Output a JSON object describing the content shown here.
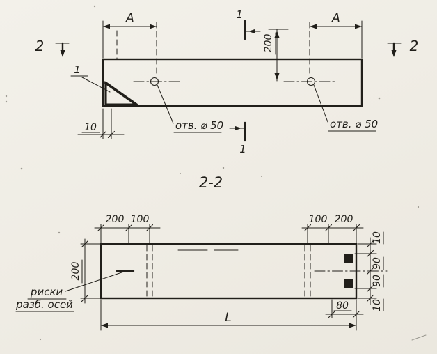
{
  "colors": {
    "paper": "#f1efe8",
    "ink": "#211f1a"
  },
  "plan_view": {
    "dim_a_left": "A",
    "dim_a_right": "A",
    "section_mark_left": "2",
    "section_mark_right": "2",
    "cut_mark_top": "1",
    "cut_mark_bottom": "1",
    "detail_label": "1",
    "dim_width": "200",
    "dim_end_offset": "10",
    "hole_left_label": "отв. ⌀ 50",
    "hole_right_label": "отв. ⌀ 50"
  },
  "section_view": {
    "title": "2-2",
    "dims_top_left": [
      "200",
      "100"
    ],
    "dims_top_right": [
      "100",
      "200"
    ],
    "dim_height": "200",
    "dims_right": [
      "10",
      "90",
      "90",
      "10"
    ],
    "dim_notch_offset": "80",
    "dim_length": "L",
    "note_line1": "риски",
    "note_line2": "разб. осей"
  }
}
